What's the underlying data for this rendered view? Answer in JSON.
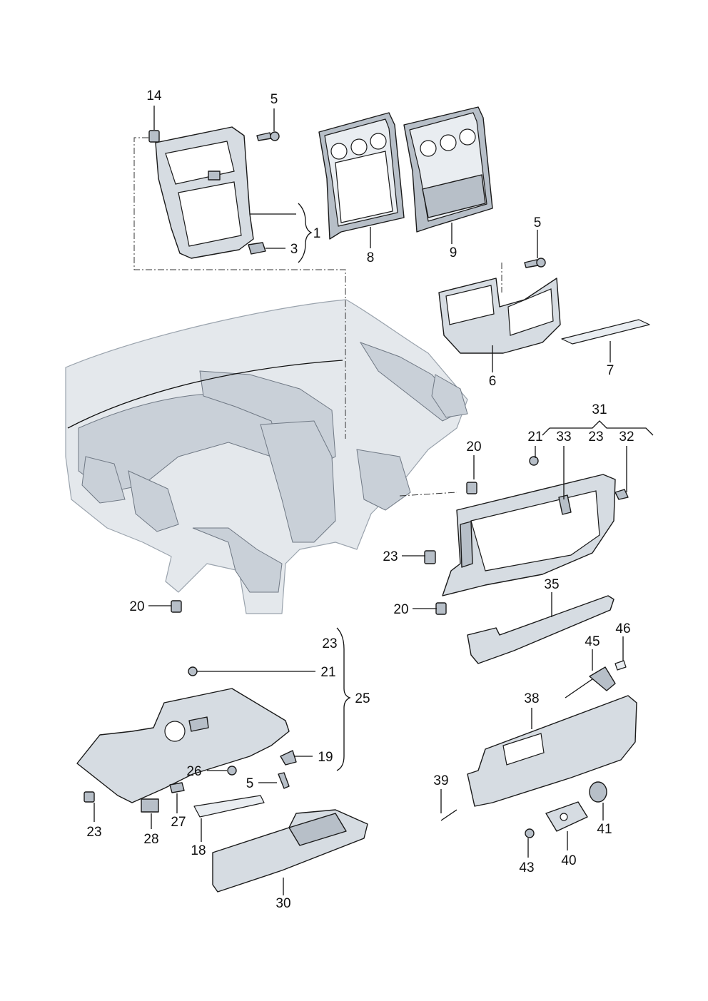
{
  "callouts": {
    "c14": "14",
    "c5a": "5",
    "c1": "1",
    "c3": "3",
    "c8": "8",
    "c9": "9",
    "c5b": "5",
    "c6": "6",
    "c7": "7",
    "c31": "31",
    "c21a": "21",
    "c33": "33",
    "c23a": "23",
    "c32": "32",
    "c20a": "20",
    "c23b": "23",
    "c20b": "20",
    "c20c": "20",
    "c35": "35",
    "c46": "46",
    "c45": "45",
    "c23c": "23",
    "c21b": "21",
    "c25": "25",
    "c19": "19",
    "c26": "26",
    "c5c": "5",
    "c38": "38",
    "c39": "39",
    "c23d": "23",
    "c28": "28",
    "c27": "27",
    "c18": "18",
    "c41": "41",
    "c40": "40",
    "c43": "43",
    "c30": "30"
  }
}
